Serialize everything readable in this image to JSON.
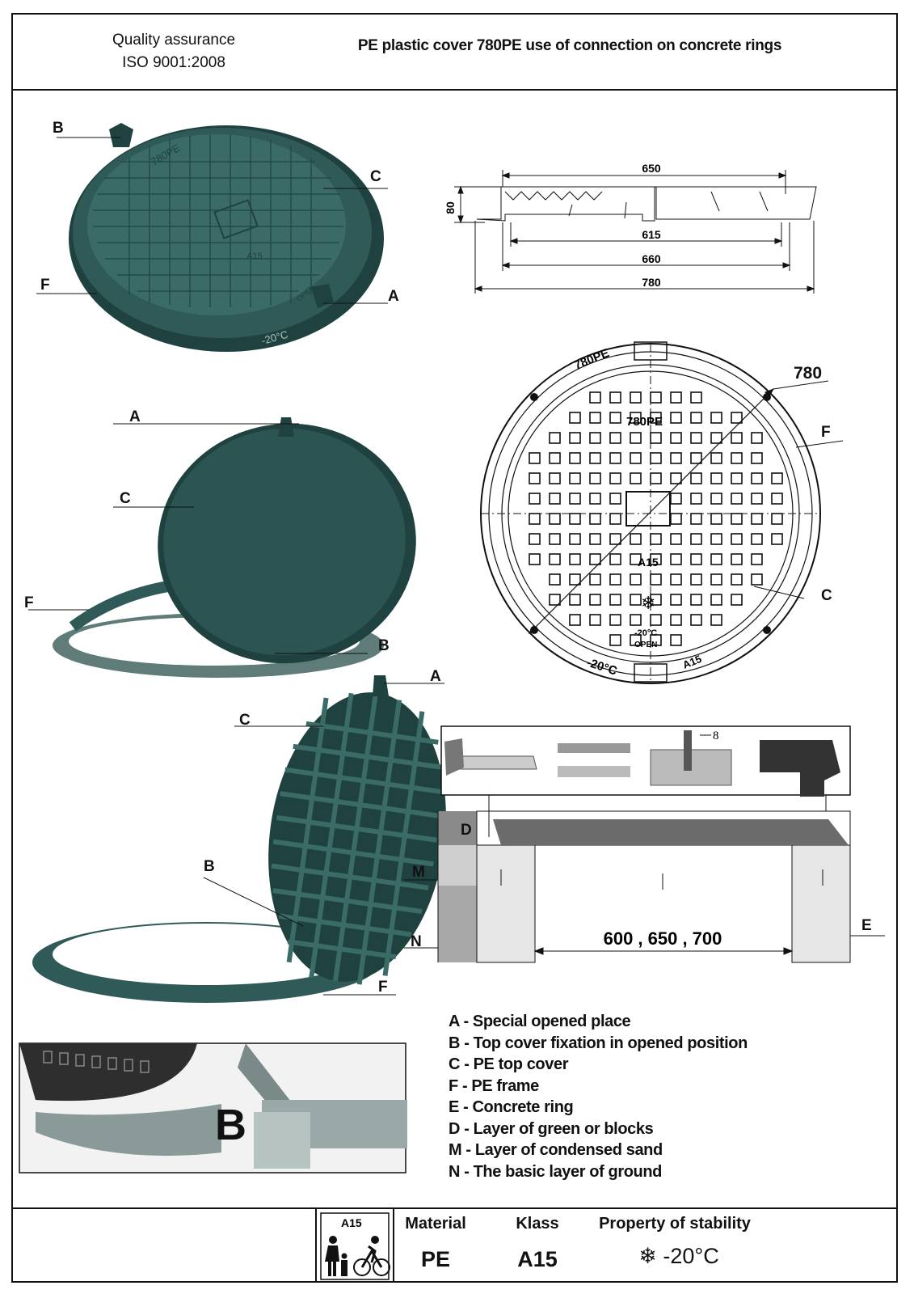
{
  "header": {
    "quality_line1": "Quality assurance",
    "quality_line2": "ISO 9001:2008",
    "title": "PE plastic cover 780PE use of connection on concrete rings"
  },
  "figure1": {
    "labels": {
      "b": "B",
      "c": "C",
      "f": "F",
      "a": "A"
    },
    "cover_marks": {
      "model": "780PE",
      "class": "A15",
      "temp": "-20°C",
      "open": "OPEN"
    }
  },
  "profile_drawing": {
    "dim_650": "650",
    "dim_80": "80",
    "dim_615": "615",
    "dim_660": "660",
    "dim_780": "780"
  },
  "top_view": {
    "diameter": "780",
    "label_f": "F",
    "label_c": "C",
    "model": "780PE",
    "class": "A15",
    "temp": "-20°C",
    "open": "OPEN",
    "rim_model": "780PE",
    "rim_temp": "-20°C",
    "rim_class": "A15"
  },
  "figure2": {
    "labels": {
      "a": "A",
      "c": "C",
      "f": "F",
      "b": "B"
    }
  },
  "figure3": {
    "labels": {
      "a": "A",
      "c": "C",
      "b": "B",
      "f": "F"
    }
  },
  "installation": {
    "drill_size": "8",
    "label_d": "D",
    "label_m": "M",
    "label_n": "N",
    "label_e": "E",
    "ring_sizes": "600 , 650 , 700"
  },
  "detail_b": {
    "label": "B"
  },
  "legend": [
    "A - Special opened place",
    "B - Top cover fixation in opened position",
    "C - PE top cover",
    "F - PE frame",
    "E - Concrete ring",
    "D - Layer of green or  blocks",
    "M - Layer of condensed sand",
    "N - The basic layer of ground"
  ],
  "footer": {
    "icon_label": "A15",
    "material_head": "Material",
    "material_val": "PE",
    "klass_head": "Klass",
    "klass_val": "A15",
    "stability_head": "Property of stability",
    "stability_val": "-20°C"
  },
  "colors": {
    "cover_green": "#2f5a57",
    "cover_dark": "#1f4240",
    "line": "#111111"
  }
}
